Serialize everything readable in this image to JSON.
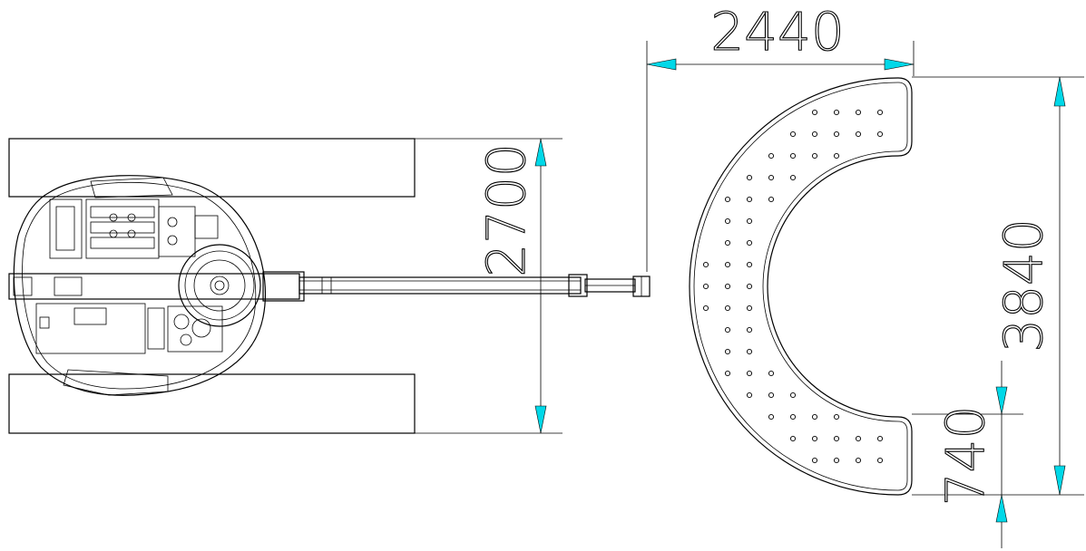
{
  "drawing": {
    "dimensions": {
      "platform_width": "2440",
      "platform_height": "3840",
      "outrigger_span": "2700",
      "slot_width": "740"
    }
  },
  "colors": {
    "arrow": "#00d8e8",
    "line": "#000000",
    "background": "#ffffff"
  }
}
